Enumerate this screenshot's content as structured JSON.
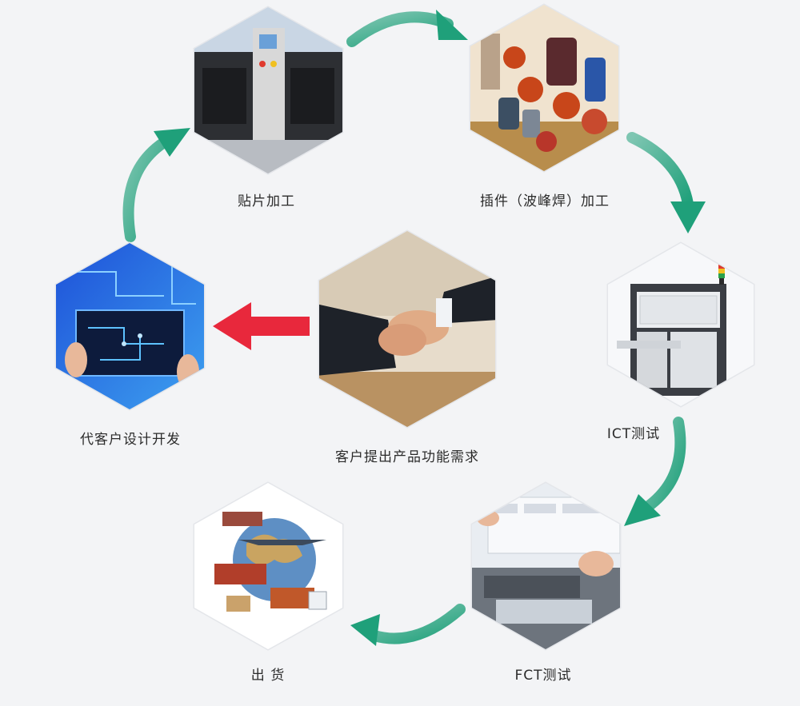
{
  "steps": {
    "smt": {
      "label": "贴片加工"
    },
    "tht": {
      "label": "插件（波峰焊）加工"
    },
    "ict": {
      "label": "ICT测试"
    },
    "fct": {
      "label": "FCT测试"
    },
    "ship": {
      "label": "出 货"
    },
    "design": {
      "label": "代客户设计开发"
    },
    "request": {
      "label": "客户提出产品功能需求"
    }
  },
  "colors": {
    "arrow_green": "#1fa07a",
    "arrow_red": "#e8283c",
    "background": "#f3f4f6"
  }
}
